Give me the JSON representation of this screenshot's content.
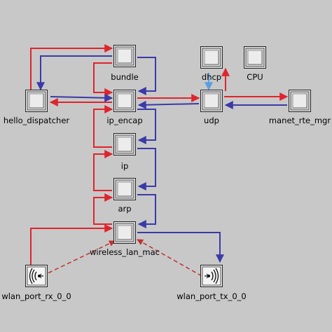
{
  "modules": [
    {
      "id": "bundle",
      "label": "bundle",
      "icon": "processor-module-icon"
    },
    {
      "id": "dhcp",
      "label": "dhcp",
      "icon": "processor-module-icon"
    },
    {
      "id": "cpu",
      "label": "CPU",
      "icon": "processor-module-icon"
    },
    {
      "id": "hello_dispatcher",
      "label": "hello_dispatcher",
      "icon": "processor-module-icon"
    },
    {
      "id": "ip_encap",
      "label": "ip_encap",
      "icon": "processor-module-icon"
    },
    {
      "id": "udp",
      "label": "udp",
      "icon": "processor-module-icon"
    },
    {
      "id": "manet_rte_mgr",
      "label": "manet_rte_mgr",
      "icon": "processor-module-icon"
    },
    {
      "id": "ip",
      "label": "ip",
      "icon": "processor-module-icon"
    },
    {
      "id": "arp",
      "label": "arp",
      "icon": "processor-module-icon"
    },
    {
      "id": "wireless_lan_mac",
      "label": "wireless_lan_mac",
      "icon": "processor-module-icon"
    },
    {
      "id": "wlan_port_rx_0_0",
      "label": "wlan_port_rx_0_0",
      "icon": "radio-receiver-icon"
    },
    {
      "id": "wlan_port_tx_0_0",
      "label": "wlan_port_tx_0_0",
      "icon": "radio-transmitter-icon"
    }
  ],
  "colors": {
    "background": "#c8c8c8",
    "red_stream": "#e0242c",
    "blue_stream": "#3a3aa8",
    "statwire": "#c03030",
    "dhcp_link": "#5aa0e0"
  }
}
